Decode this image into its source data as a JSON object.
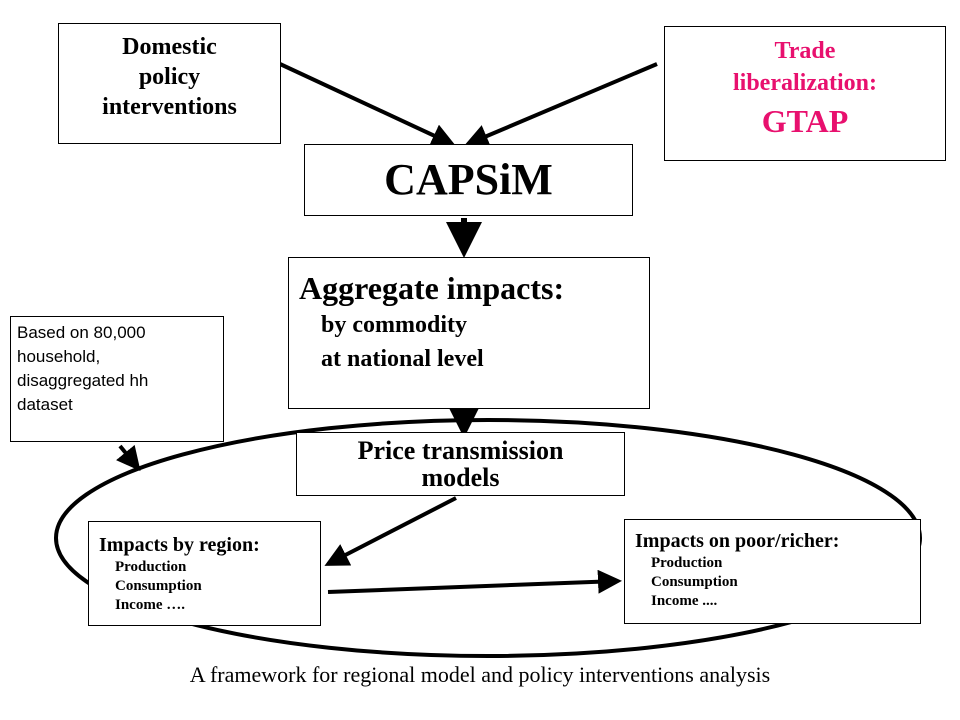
{
  "boxes": {
    "domestic": {
      "lines": [
        "Domestic",
        "policy",
        "interventions"
      ]
    },
    "trade": {
      "lines": [
        "Trade",
        "liberalization:"
      ],
      "gtap": "GTAP",
      "color": "#e8106e"
    },
    "capsim": {
      "label": "CAPSiM"
    },
    "aggregate": {
      "title": "Aggregate impacts:",
      "lines": [
        "by commodity",
        "at national level"
      ]
    },
    "note": {
      "lines": [
        "Based on 80,000",
        "household,",
        "disaggregated hh",
        "dataset"
      ]
    },
    "price": {
      "lines": [
        "Price transmission",
        "models"
      ]
    },
    "region": {
      "title": "Impacts by region:",
      "items": [
        "Production",
        "Consumption",
        "Income …."
      ]
    },
    "poor": {
      "title": "Impacts on poor/richer:",
      "items": [
        "Production",
        "Consumption",
        "Income ...."
      ]
    }
  },
  "caption": "A framework for regional model and policy interventions analysis"
}
